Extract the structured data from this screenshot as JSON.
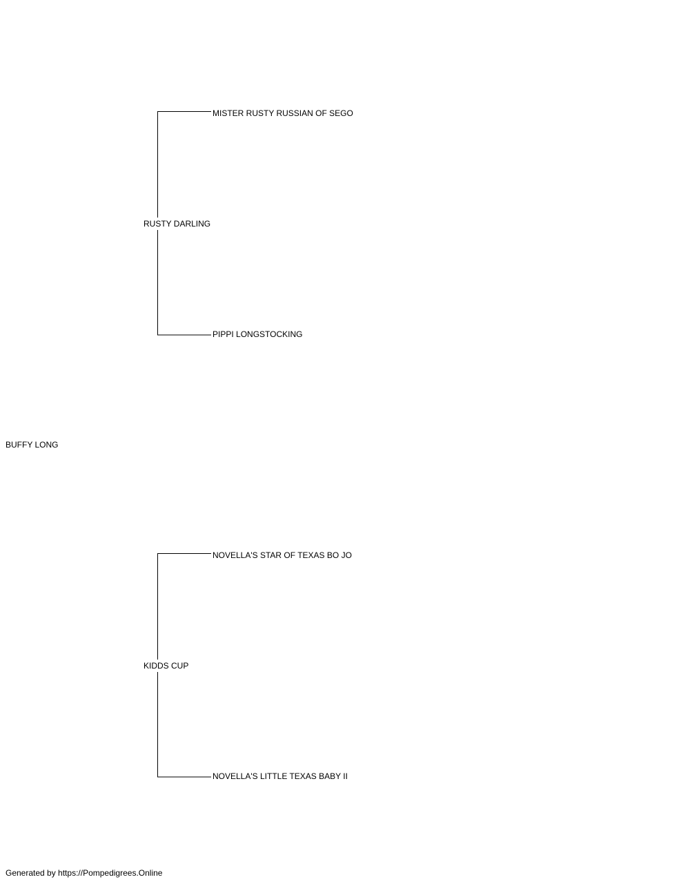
{
  "subject": {
    "name": "BUFFY LONG"
  },
  "sire": {
    "name": "RUSTY DARLING",
    "sire": {
      "name": "MISTER RUSTY RUSSIAN OF SEGO"
    },
    "dam": {
      "name": "PIPPI LONGSTOCKING"
    }
  },
  "dam": {
    "name": "KIDDS CUP",
    "sire": {
      "name": "NOVELLA'S STAR OF TEXAS BO JO"
    },
    "dam": {
      "name": "NOVELLA'S LITTLE TEXAS BABY II"
    }
  },
  "footer": {
    "text": "Generated by https://Pompedigrees.Online"
  }
}
